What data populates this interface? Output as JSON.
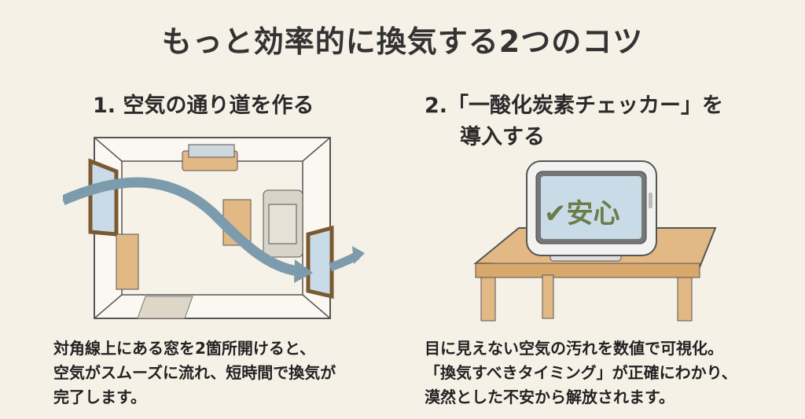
{
  "title": "もっと効率的に換気する2つのコツ",
  "tip1": {
    "heading": "1. 空気の通り道を作る",
    "body": [
      "対角線上にある窓を2箇所開けると、",
      "空気がスムーズに流れ、短時間で換気が",
      "完了します。"
    ]
  },
  "tip2": {
    "heading_line1": "2.「一酸化炭素チェッカー」を",
    "heading_line2": "導入する",
    "screen_text": "✔安心",
    "body": [
      "目に見えない空気の汚れを数値で可視化。",
      "「換気すべきタイミング」が正確にわかり、",
      "漠然とした不安から解放されます。"
    ]
  },
  "colors": {
    "background": "#f6f1e7",
    "wood": "#e2b984",
    "arrow": "#7c9cae",
    "screen": "#c9dbe6",
    "check": "#6b7d4a"
  }
}
